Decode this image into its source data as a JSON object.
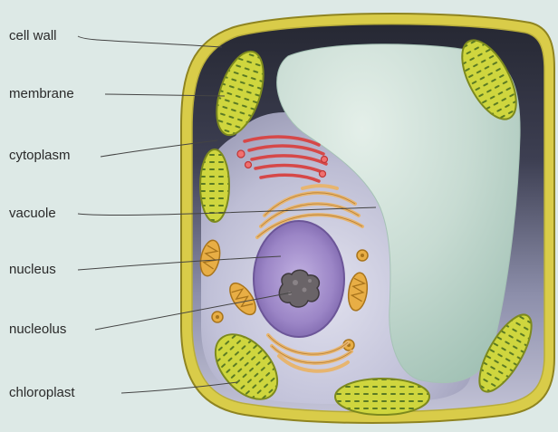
{
  "diagram": {
    "labels": {
      "cell_wall": "cell wall",
      "membrane": "membrane",
      "cytoplasm": "cytoplasm",
      "vacuole": "vacuole",
      "nucleus": "nucleus",
      "nucleolus": "nucleolus",
      "chloroplast": "chloroplast"
    },
    "colors": {
      "background": "#dde9e6",
      "cell_wall": "#d9cc49",
      "dark_band": "#2f3140",
      "cytoplasm": "#c6c6dc",
      "vacuole": "#c9ddd5",
      "nucleus": "#9a84c4",
      "nucleolus": "#6a6466",
      "golgi": "#d94a4a",
      "er": "#e8b070",
      "chloroplast": "#c8d23a",
      "mitochondria": "#e0a040"
    }
  }
}
